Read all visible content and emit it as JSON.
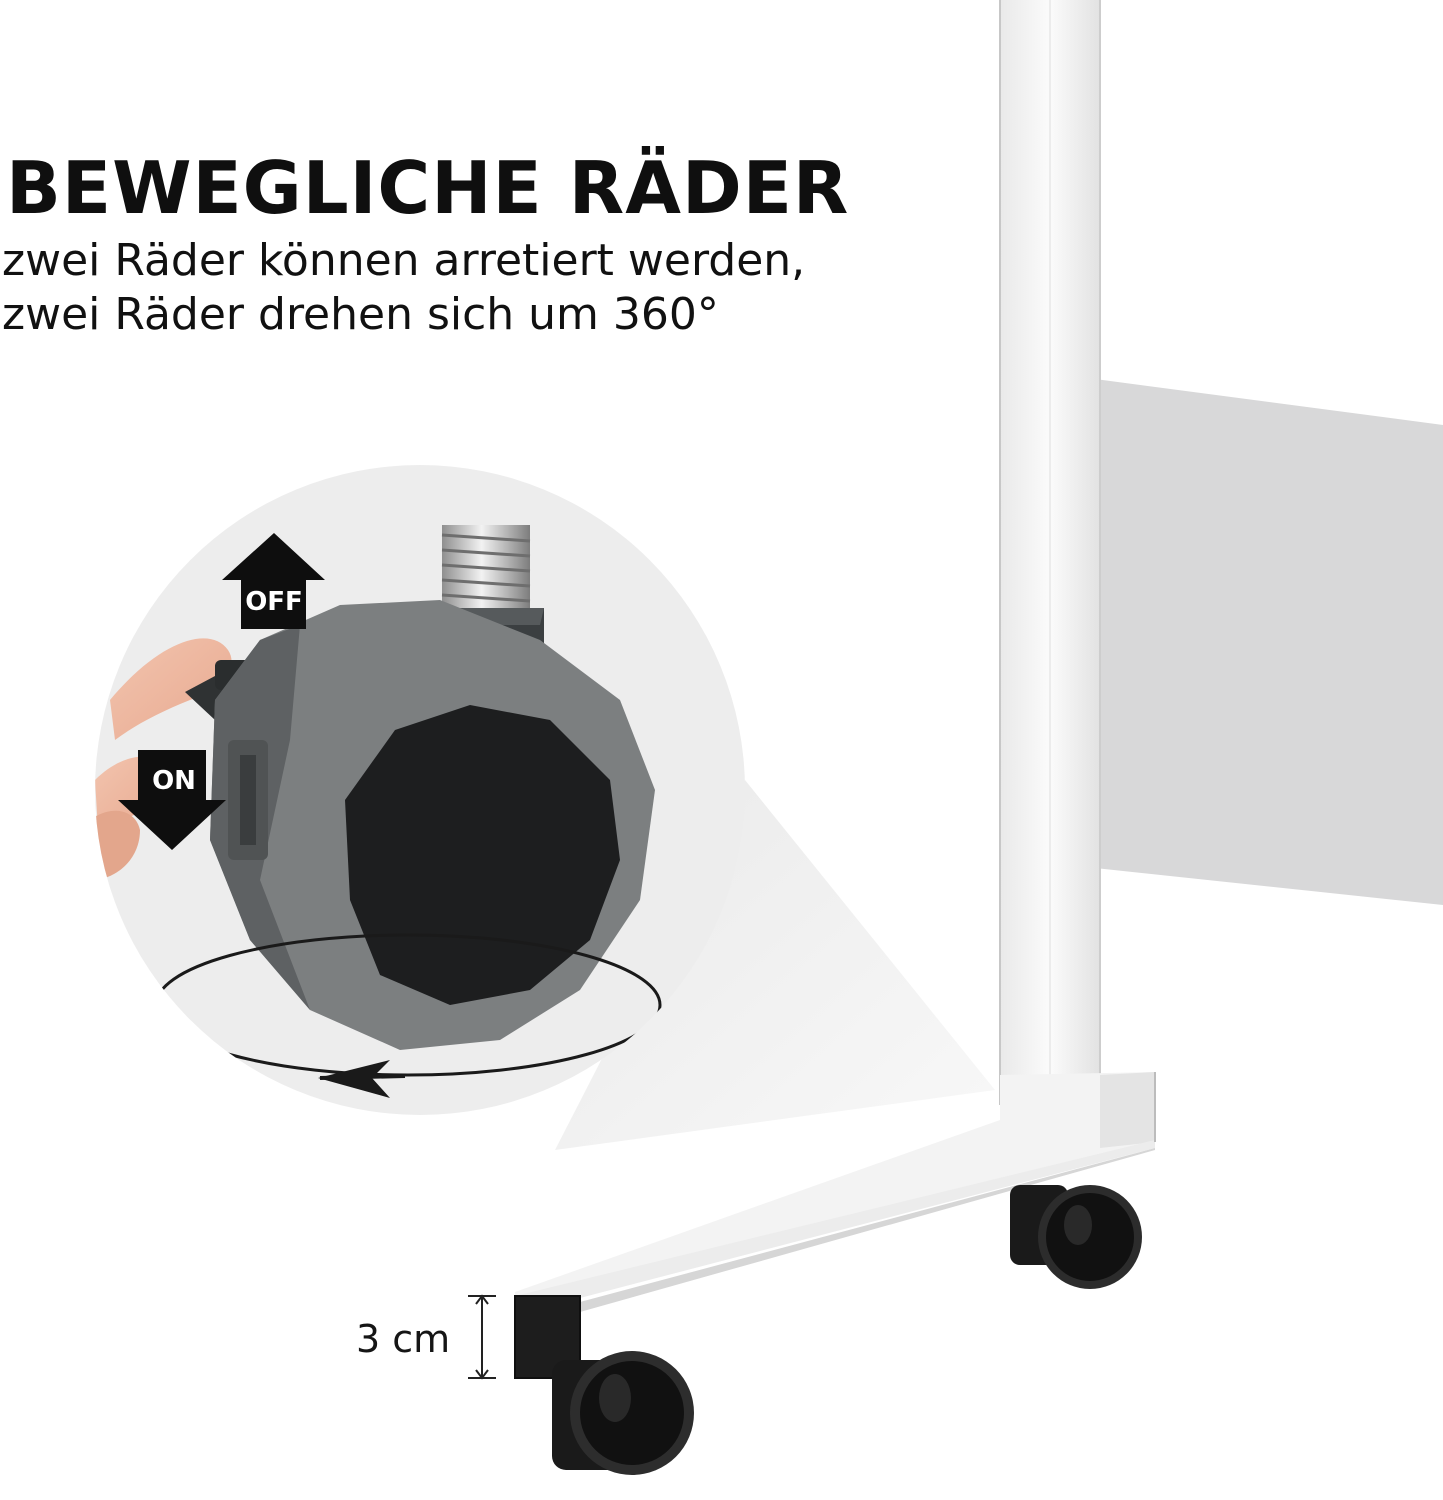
{
  "headline": "BEWEGLICHE RÄDER",
  "subline": {
    "line1": "zwei Räder können arretiert werden,",
    "line2": "zwei Räder drehen sich um 360°"
  },
  "lock_lever": {
    "release_label": "OFF",
    "lock_label": "ON"
  },
  "dimension_label": "3 cm",
  "colors": {
    "text": "#111111",
    "tire": "#7c7f80",
    "hub": "#1f1f1f",
    "frame": "#f4f4f4",
    "panel": "#dadadb",
    "zoom_circle": "#ececec"
  }
}
